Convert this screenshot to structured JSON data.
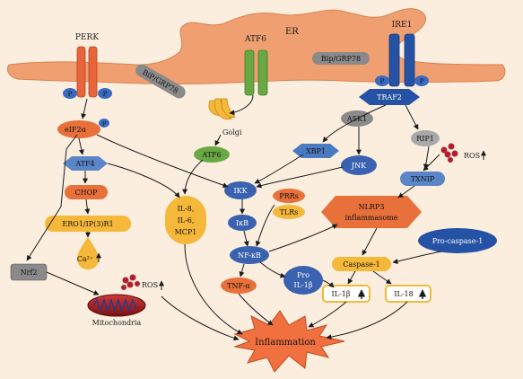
{
  "labels": {
    "er": "ER",
    "perk": "PERK",
    "atf6_receptor": "ATF6",
    "ire1": "IRE1",
    "bip_left": "BiP/GRP78",
    "bip_right": "Bip/GRP78",
    "p": "P",
    "golgi": "Golgi",
    "traf2": "TRAF2",
    "ask1": "ASK1",
    "rip1": "RIP1",
    "eif2a": "eIF2α",
    "atf4": "ATF4",
    "xbp1": "XBP1",
    "atf6": "ATF6",
    "jnk": "JNK",
    "ros_top": "ROS",
    "txnip": "TXNIP",
    "chop": "CHOP",
    "ikk": "IKK",
    "prrs": "PRRs",
    "tlrs": "TLRs",
    "nlrp3_line1": "NLRP3",
    "nlrp3_line2": "inflammasome",
    "il8": "IL-8,",
    "il6": "IL-6,",
    "mcp1": "MCP1",
    "ero1": "ERO1/IP(3)R1",
    "ikb": "IκB",
    "pro_caspase": "Pro-caspase-1",
    "calcium": "Ca²⁺",
    "nfkb": "NF-κB",
    "caspase1": "Caspase-1",
    "nrf2": "Nrf2",
    "ros_bottom": "ROS",
    "pro_il1b_line1": "Pro",
    "pro_il1b_line2": "IL-1β",
    "tnfa": "TNF-α",
    "il1b": "IL-1β",
    "il18": "IL-18",
    "mitochondria": "Mitochondria",
    "inflammation": "Inflammation"
  },
  "colors": {
    "background": "#fbeede",
    "er": "#f0a070",
    "perk": "#e8643c",
    "atf6_receptor": "#6aa845",
    "ire1": "#2552a4",
    "blue_node": "#4a7ac0",
    "orange_node": "#e8703a",
    "yellow_node": "#f5b83a",
    "grey_node": "#8a8a8a",
    "inflammation": "#f07040",
    "ros_dot": "#b02030",
    "arrow": "#1a1a1a"
  }
}
